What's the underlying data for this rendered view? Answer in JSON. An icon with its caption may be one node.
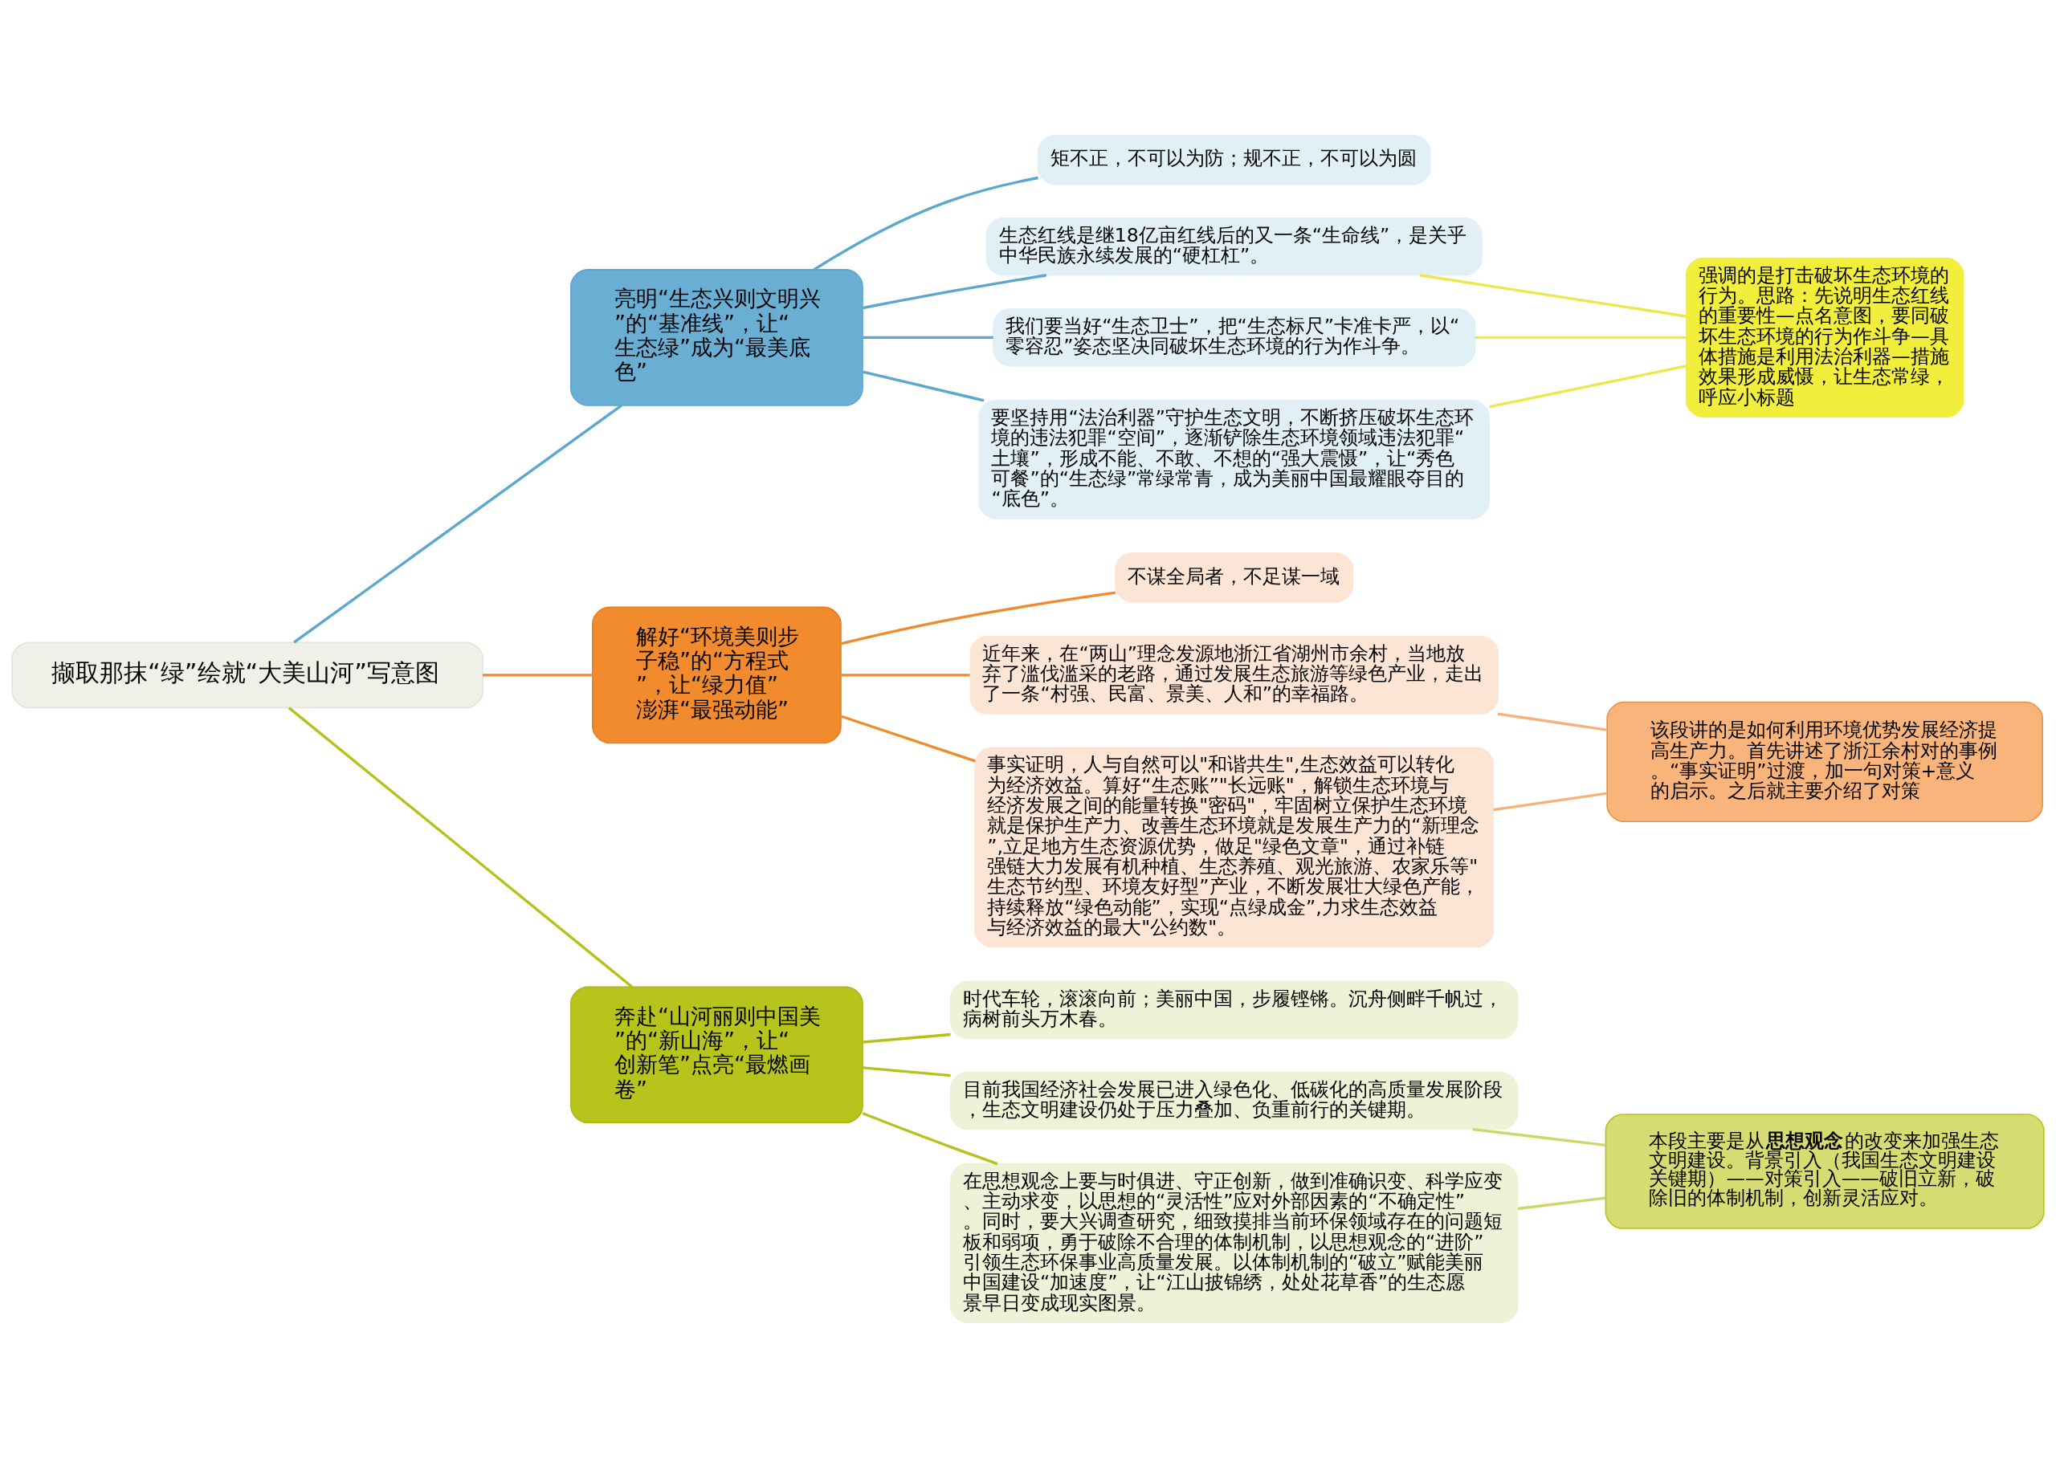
{
  "diagram": {
    "nodes": [
      {
        "text": [
          "撷取那抹“绿”绘就“大美山河”写意图"
        ]
      },
      {
        "text": [
          "亮明“生态兴则文明兴”的“基准线”，让“生态绿”成为“最美底色”"
        ]
      },
      {
        "text": [
          "矩不正，不可以为防；规不正，不可以为圆"
        ]
      },
      {
        "text": [
          "生态红线是继18亿亩红线后的又一条“生命线”，是关乎中华民族永续发展的“硬杠杠”。"
        ]
      },
      {
        "text": [
          "我们要当好“生态卫士”，把“生态标尺”卡准卡严，以“零容忍”姿态坚决同破坏生态环境的行为作斗争。"
        ]
      },
      {
        "text": [
          "要坚持用“法治利器”守护生态文明，不断挤压破坏生态环境的违法犯罪“空间”，逐渐铲除生态环境领域违法犯罪“土壤”，形成不能、不敢、不想的“强大震慑”，让“秀色可餐”的“生态绿”常绿常青，成为美丽中国最耀眼夺目的“底色”。"
        ]
      },
      {
        "text": [
          "强调的是打击破坏生态环境的行为。思路：先说明生态红线的重要性—点名意图，要同破坏生态环境的行为作斗争—具体措施是利用法治利器—措施效果形成威慑，让生态常绿，呼应小标题"
        ]
      },
      {
        "text": [
          "解好“环境美则步子稳”的“方程式”，让“绿力值”澎湃“最强动能”"
        ]
      },
      {
        "text": [
          "不谋全局者，不足谋一域"
        ]
      },
      {
        "text": [
          "近年来，在“两山”理念发源地浙江省湖州市余村，当地放弃了滥伐滥采的老路，通过发展生态旅游等绿色产业，走出了一条“村强、民富、景美、人和”的幸福路。"
        ]
      },
      {
        "text": [
          "事实证明，人与自然可以\"和谐共生\",生态效益可以转化为经济效益。算好“生态账”\"长远账\"，解锁生态环境与经济发展之间的能量转换\"密码\"，牢固树立保护生态环境就是保护生产力、改善生态环境就是发展生产力的“新理念”,立足地方生态资源优势，做足\"绿色文章\"，通过补链强链大力发展有机种植、生态养殖、观光旅游、农家乐等\"生态节约型、环境友好型”产业，不断发展壮大绿色产能，持续释放“绿色动能”，实现“点绿成金”,力求生态效益与经济效益的最大\"公约数\"。"
        ]
      },
      {
        "text": [
          "该段讲的是如何利用环境优势发展经济提高生产力。首先讲述了浙江余村对的事例。“事实证明”过渡，加一句对策+意义的启示。之后就主要介绍了对策"
        ]
      },
      {
        "text": [
          "奔赴“山河丽则中国美”的“新山海”，让“创新笔”点亮“最燃画卷”"
        ]
      },
      {
        "text": [
          "时代车轮，滚滚向前；美丽中国，步履铿锵。沉舟侧畔千帆过，病树前头万木春。"
        ]
      },
      {
        "text": [
          "目前我国经济社会发展已进入绿色化、低碳化的高质量发展阶段，生态文明建设仍处于压力叠加、负重前行的关键期。"
        ]
      },
      {
        "text": [
          "在思想观念上要与时俱进、守正创新，做到准确识变、科学应变、主动求变，以思想的“灵活性”应对外部因素的“不确定性”。同时，要大兴调查研究，细致摸排当前环保领域存在的问题短板和弱项，勇于破除不合理的体制机制，以思想观念的“进阶”引领生态环保事业高质量发展。以体制机制的“破立”赋能美丽中国建设“加速度”，让“江山披锦绣，处处花草香”的生态愿景早日变成现实图景。"
        ]
      },
      {
        "text": [
          "本段主要是从**思想观念**的改变来加强生态文明建设。背景引入（我国生态文明建设关键期）——对策引入——破旧立新，破除旧的体制机制，创新灵活应对。"
        ]
      }
    ],
    "edges": [
      {
        "from": 0,
        "to": 1,
        "arrow": "none",
        "color": "#5ba7cf"
      },
      {
        "from": 1,
        "to": 2,
        "arrow": "none",
        "color": "#5ba7cf"
      },
      {
        "from": 1,
        "to": 3,
        "arrow": "none",
        "color": "#5ba7cf"
      },
      {
        "from": 1,
        "to": 4,
        "arrow": "none",
        "color": "#5ba7cf"
      },
      {
        "from": 1,
        "to": 5,
        "arrow": "none",
        "color": "#5ba7cf"
      },
      {
        "from": 3,
        "to": 6,
        "arrow": "none",
        "color": "#ede84a"
      },
      {
        "from": 4,
        "to": 6,
        "arrow": "none",
        "color": "#ede84a"
      },
      {
        "from": 5,
        "to": 6,
        "arrow": "none",
        "color": "#ede84a"
      },
      {
        "from": 0,
        "to": 7,
        "arrow": "none",
        "color": "#f08a2c"
      },
      {
        "from": 7,
        "to": 8,
        "arrow": "none",
        "color": "#f08a2c"
      },
      {
        "from": 7,
        "to": 9,
        "arrow": "none",
        "color": "#f08a2c"
      },
      {
        "from": 7,
        "to": 10,
        "arrow": "none",
        "color": "#f08a2c"
      },
      {
        "from": 9,
        "to": 11,
        "arrow": "none",
        "color": "#f5b27a"
      },
      {
        "from": 10,
        "to": 11,
        "arrow": "none",
        "color": "#f5b27a"
      },
      {
        "from": 0,
        "to": 12,
        "arrow": "none",
        "color": "#b4c21a"
      },
      {
        "from": 12,
        "to": 13,
        "arrow": "none",
        "color": "#b4c21a"
      },
      {
        "from": 12,
        "to": 14,
        "arrow": "none",
        "color": "#b4c21a"
      },
      {
        "from": 12,
        "to": 15,
        "arrow": "none",
        "color": "#b4c21a"
      },
      {
        "from": 14,
        "to": 16,
        "arrow": "none",
        "color": "#cfd66a"
      },
      {
        "from": 15,
        "to": 16,
        "arrow": "none",
        "color": "#cfd66a"
      }
    ]
  }
}
